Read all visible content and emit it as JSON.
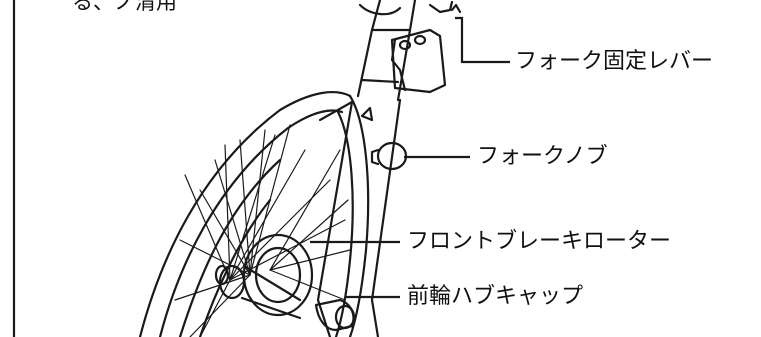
{
  "labels": {
    "top_fragment": "る、ノ清用",
    "fork_lock_lever": "フォーク固定レバー",
    "fork_knob": "フォークノブ",
    "front_brake_rotor": "フロントブレーキローター",
    "front_hub_cap": "前輪ハブキャップ"
  },
  "colors": {
    "line": "#1a1a1a",
    "text": "#111111",
    "background": "#ffffff"
  }
}
